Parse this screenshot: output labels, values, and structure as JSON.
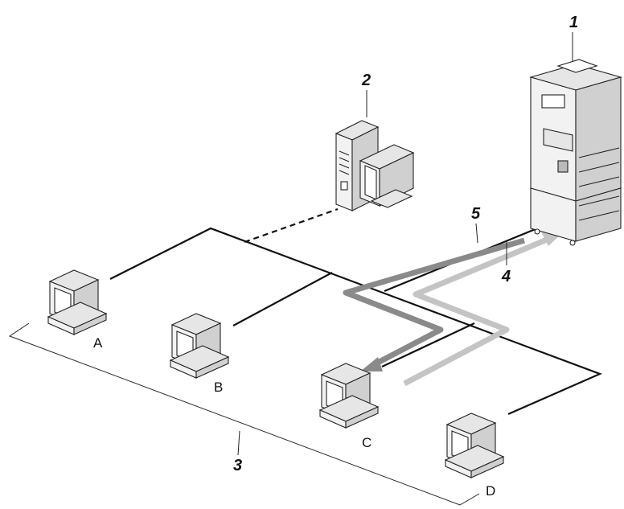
{
  "clients": [
    {
      "id": "A",
      "label": "A"
    },
    {
      "id": "B",
      "label": "B"
    },
    {
      "id": "C",
      "label": "C"
    },
    {
      "id": "D",
      "label": "D"
    }
  ],
  "callouts": [
    {
      "id": "1",
      "label": "1"
    },
    {
      "id": "2",
      "label": "2"
    },
    {
      "id": "3",
      "label": "3"
    },
    {
      "id": "4",
      "label": "4"
    },
    {
      "id": "5",
      "label": "5"
    }
  ],
  "colors": {
    "line": "#111111",
    "arrow_dark": "#8a8a8a",
    "arrow_light": "#c4c4c4",
    "device_fill": "#f2f2f2",
    "device_shade": "#d0d0d0"
  }
}
